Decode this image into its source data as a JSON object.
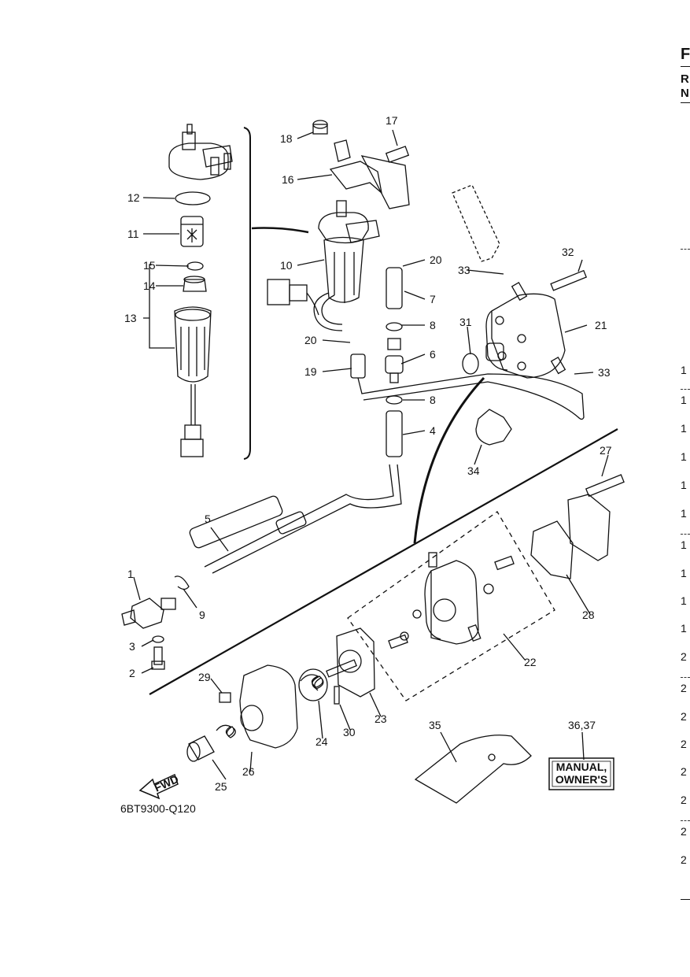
{
  "diagram_code": "6BT9300-Q120",
  "fwd_label": "FWD",
  "manual_box": {
    "line1": "MANUAL,",
    "line2": "OWNER'S"
  },
  "part_labels": {
    "p1": "1",
    "p2": "2",
    "p3": "3",
    "p4": "4",
    "p5": "5",
    "p6": "6",
    "p7": "7",
    "p8a": "8",
    "p8b": "8",
    "p9": "9",
    "p10": "10",
    "p11": "11",
    "p12": "12",
    "p13": "13",
    "p14": "14",
    "p15": "15",
    "p16": "16",
    "p17": "17",
    "p18": "18",
    "p19": "19",
    "p20a": "20",
    "p20b": "20",
    "p21": "21",
    "p22": "22",
    "p23": "23",
    "p24": "24",
    "p25": "25",
    "p26": "26",
    "p27": "27",
    "p28": "28",
    "p29": "29",
    "p30": "30",
    "p31": "31",
    "p32": "32",
    "p33a": "33",
    "p33b": "33",
    "p34": "34",
    "p35": "35",
    "p36": "36,37"
  },
  "edge": {
    "header_letters": [
      "F",
      "R",
      "N"
    ],
    "row_numbers": [
      "1",
      "1",
      "1",
      "1",
      "1",
      "1",
      "1",
      "1",
      "1",
      "1",
      "2",
      "2",
      "2",
      "2",
      "2",
      "2",
      "2",
      "2"
    ]
  }
}
